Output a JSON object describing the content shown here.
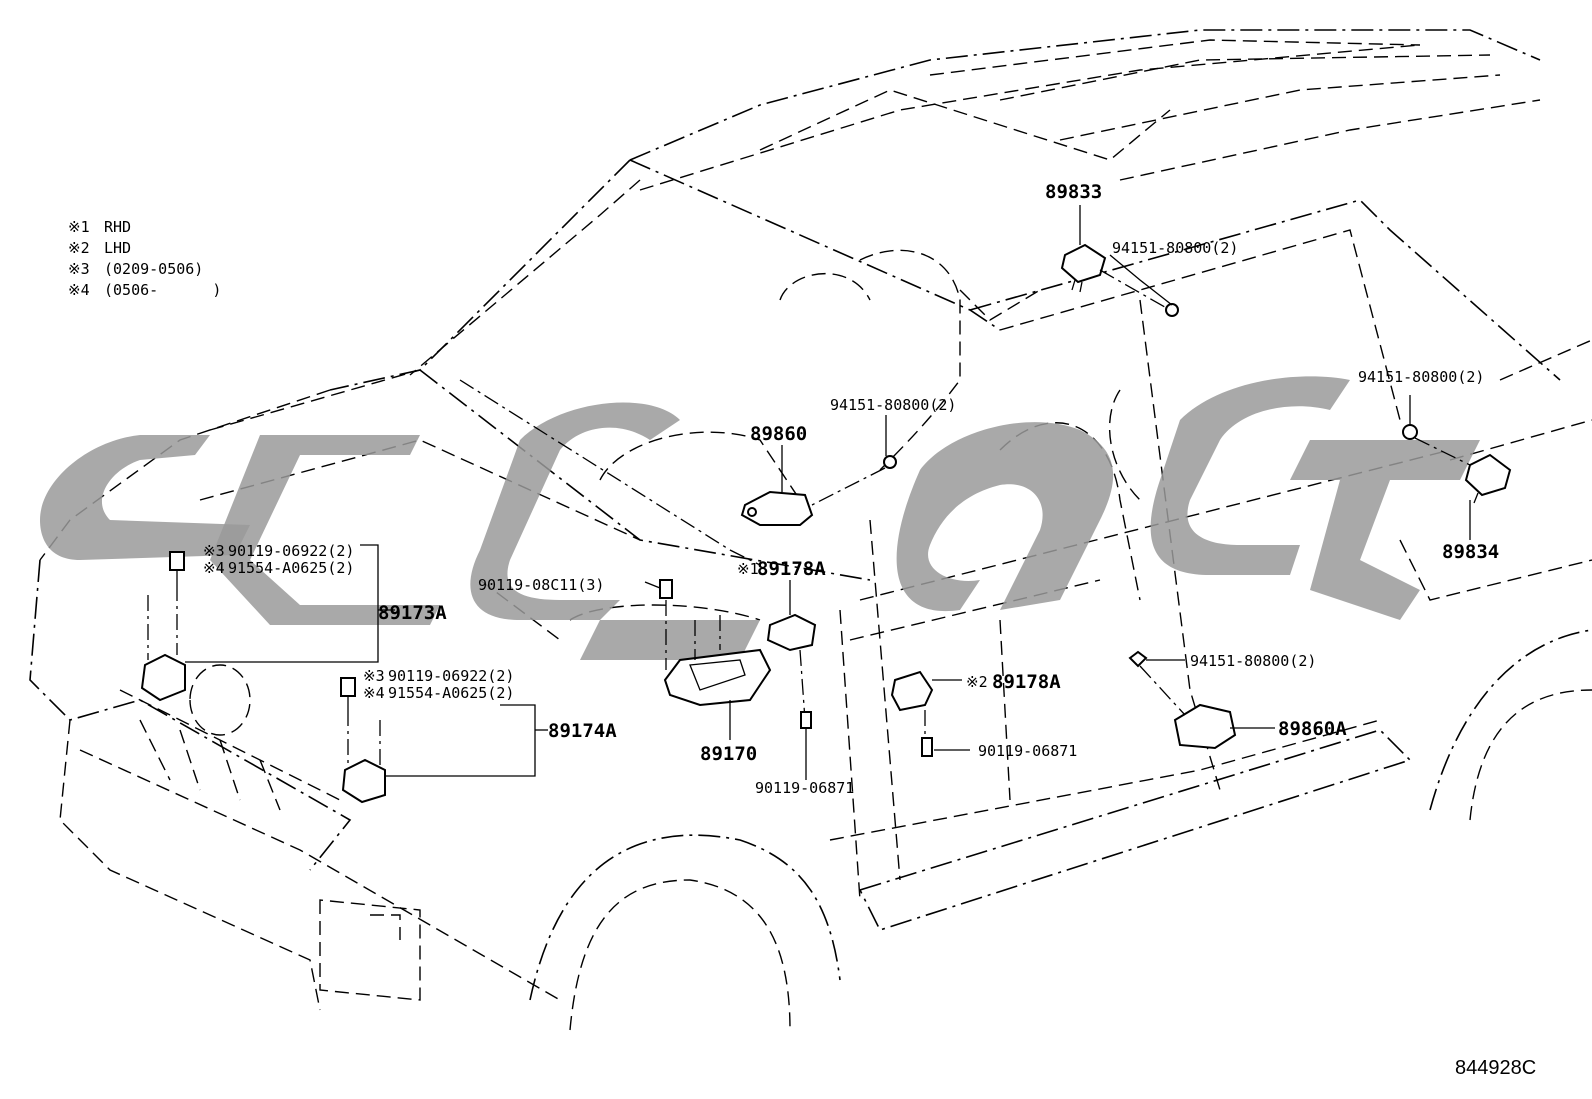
{
  "legend": [
    {
      "mark": "※1",
      "text": "RHD"
    },
    {
      "mark": "※2",
      "text": "LHD"
    },
    {
      "mark": "※3",
      "text": "(0209-0506)"
    },
    {
      "mark": "※4",
      "text": "(0506-      )"
    }
  ],
  "parts": {
    "p89833": "89833",
    "p89833_bolt": "94151-80800(2)",
    "p89834": "89834",
    "p89834_bolt": "94151-80800(2)",
    "p89860": "89860",
    "p89860_bolt": "94151-80800(2)",
    "p89860a": "89860A",
    "p89860a_bolt": "94151-80800(2)",
    "p89178a_rhd_mark": "※1",
    "p89178a_rhd": "89178A",
    "p89178a_lhd_mark": "※2",
    "p89178a_lhd": "89178A",
    "p89178a_lhd_bolt": "90119-06871",
    "p89170": "89170",
    "p89170_bolt": "90119-08C11(3)",
    "p89170_lower_bolt": "90119-06871",
    "p89173a": "89173A",
    "p89173a_bolt1_mark": "※3",
    "p89173a_bolt1": "90119-06922(2)",
    "p89173a_bolt2_mark": "※4",
    "p89173a_bolt2": "91554-A0625(2)",
    "p89174a": "89174A",
    "p89174a_bolt1_mark": "※3",
    "p89174a_bolt1": "90119-06922(2)",
    "p89174a_bolt2_mark": "※4",
    "p89174a_bolt2": "91554-A0625(2)"
  },
  "diagram_code": "844928C"
}
